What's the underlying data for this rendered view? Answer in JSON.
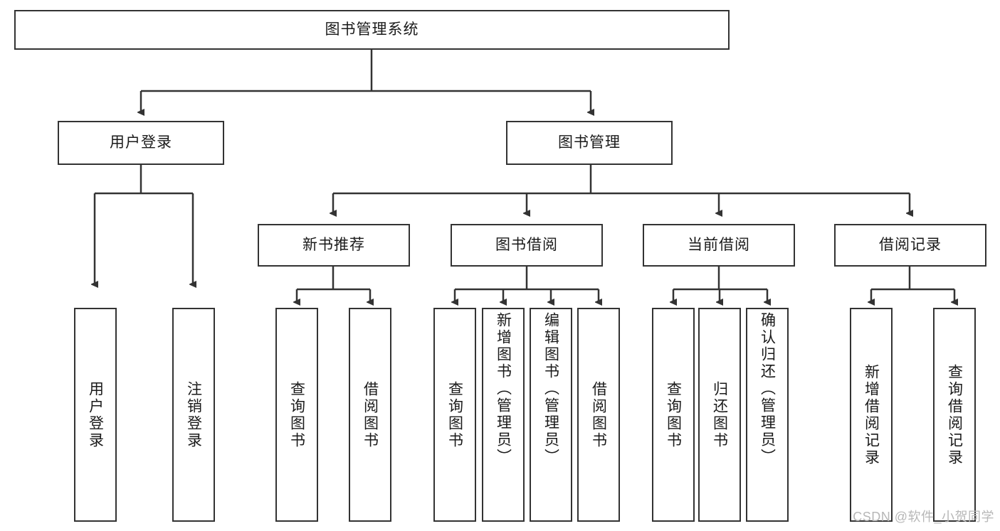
{
  "diagram": {
    "title_node": {
      "label": "图书管理系统"
    },
    "level2": [
      {
        "label": "用户登录"
      },
      {
        "label": "图书管理"
      }
    ],
    "level3": [
      {
        "label": "新书推荐"
      },
      {
        "label": "图书借阅"
      },
      {
        "label": "当前借阅"
      },
      {
        "label": "借阅记录"
      }
    ],
    "leaves_user_login": [
      {
        "label": "用户登录"
      },
      {
        "label": "注销登录"
      }
    ],
    "leaves_new_book": [
      {
        "label": "查询图书"
      },
      {
        "label": "借阅图书"
      }
    ],
    "leaves_borrow": [
      {
        "label": "查询图书"
      },
      {
        "label": "新增图书（管理员）"
      },
      {
        "label": "编辑图书（管理员）"
      },
      {
        "label": "借阅图书"
      }
    ],
    "leaves_current": [
      {
        "label": "查询图书"
      },
      {
        "label": "归还图书"
      },
      {
        "label": "确认归还（管理员）"
      }
    ],
    "leaves_records": [
      {
        "label": "新增借阅记录"
      },
      {
        "label": "查询借阅记录"
      }
    ]
  },
  "watermark": {
    "text": "CSDN @软件_小贺同学"
  },
  "colors": {
    "stroke": "#333333",
    "background": "#ffffff",
    "text": "#1a1a1a",
    "watermark": "#b7b7b7"
  }
}
